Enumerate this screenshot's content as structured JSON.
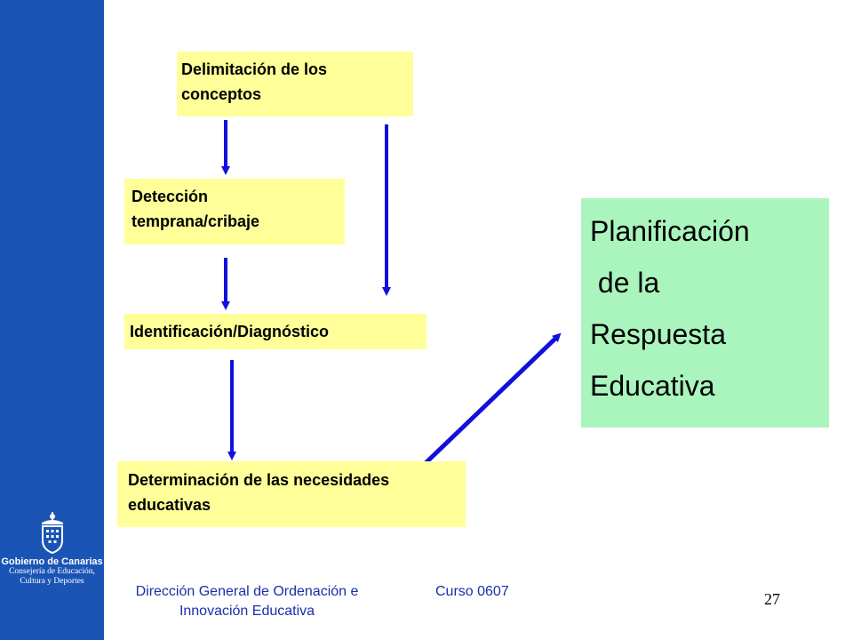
{
  "diagram": {
    "box_concepts": "Delimitación de los conceptos",
    "box_detection": "Detección temprana/cribaje",
    "box_identification": "Identificación/Diagnóstico",
    "box_needs": "Determinación de las necesidades educativas",
    "result_lines": [
      "Planificación",
      " de la",
      "Respuesta",
      "Educativa"
    ]
  },
  "footer": {
    "institution": "Dirección General de Ordenación e Innovación Educativa",
    "course": "Curso 0607",
    "page_number": "27"
  },
  "logo": {
    "name": "Gobierno de Canarias",
    "subtitle_line1": "Consejería de Educación,",
    "subtitle_line2": "Cultura y Deportes"
  },
  "colors": {
    "sidebar": "#1a55b5",
    "box_fill": "#ffff99",
    "result_fill": "#aaf5be",
    "arrow": "#1010dd",
    "footer_text": "#1a2fa8"
  }
}
